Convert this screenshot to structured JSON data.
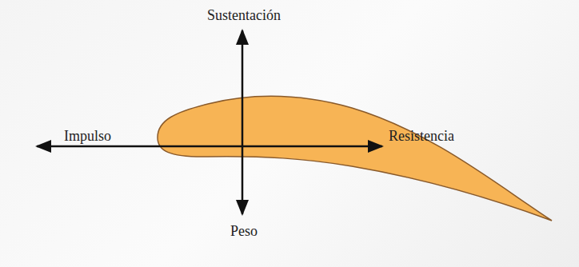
{
  "diagram": {
    "labels": [
      "Sustentación",
      "Impulso",
      "Resistencia",
      "Peso"
    ]
  }
}
